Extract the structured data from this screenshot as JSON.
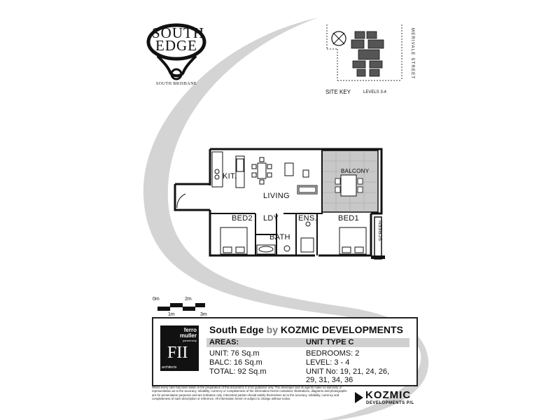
{
  "logo": {
    "line1": "SOUTH",
    "line2": "EDGE",
    "subtitle": "SOUTH BRISBANE"
  },
  "site_key": {
    "title": "SITE KEY",
    "levels": "LEVELS 3-4",
    "street": "MERIVALE STREET"
  },
  "plan": {
    "rooms": {
      "kitchen": "KIT.",
      "living": "LIVING",
      "balcony": "BALCONY",
      "bed2": "BED2",
      "bed1": "BED1",
      "laundry": "LDY",
      "ensuite": "ENS.",
      "bath": "BATH",
      "screen": "SCREEN"
    }
  },
  "scale": {
    "labels": [
      "0m",
      "1m",
      "2m",
      "3m"
    ]
  },
  "info": {
    "architect_logo": {
      "line1": "ferro",
      "line2": "muller",
      "line3": "partnership",
      "mark": "FII",
      "footer": "architects"
    },
    "title_main": "South Edge",
    "title_by": "by",
    "title_dev": "KOZMIC DEVELOPMENTS",
    "areas_heading": "AREAS:",
    "unit_type": "UNIT TYPE C",
    "unit_area": "UNIT: 76 Sq.m",
    "balc_area": "BALC: 16 Sq.m",
    "total_area": "TOTAL: 92 Sq.m",
    "bedrooms": "BEDROOMS: 2",
    "level": "LEVEL: 3 - 4",
    "unit_no_line1": "UNIT No: 19, 21, 24, 26,",
    "unit_no_line2": "29, 31, 34, 36"
  },
  "disclaimer": "Whilst every care has been taken in the preparation of this document, it is for guidance only. The developer and its agents make no warranty or representation as to the accuracy, reliability, currency or completeness of the information herein contained. Illustrations, diagrams and photographs are for presentation purposes and are indicative only. Interested parties should satisfy themselves as to the accuracy, reliability, currency and completeness of each description or reference. All information herein is subject to change without notice.",
  "kozmic": {
    "name": "KOZMIC",
    "sub": "DEVELOPMENTS P/L"
  }
}
